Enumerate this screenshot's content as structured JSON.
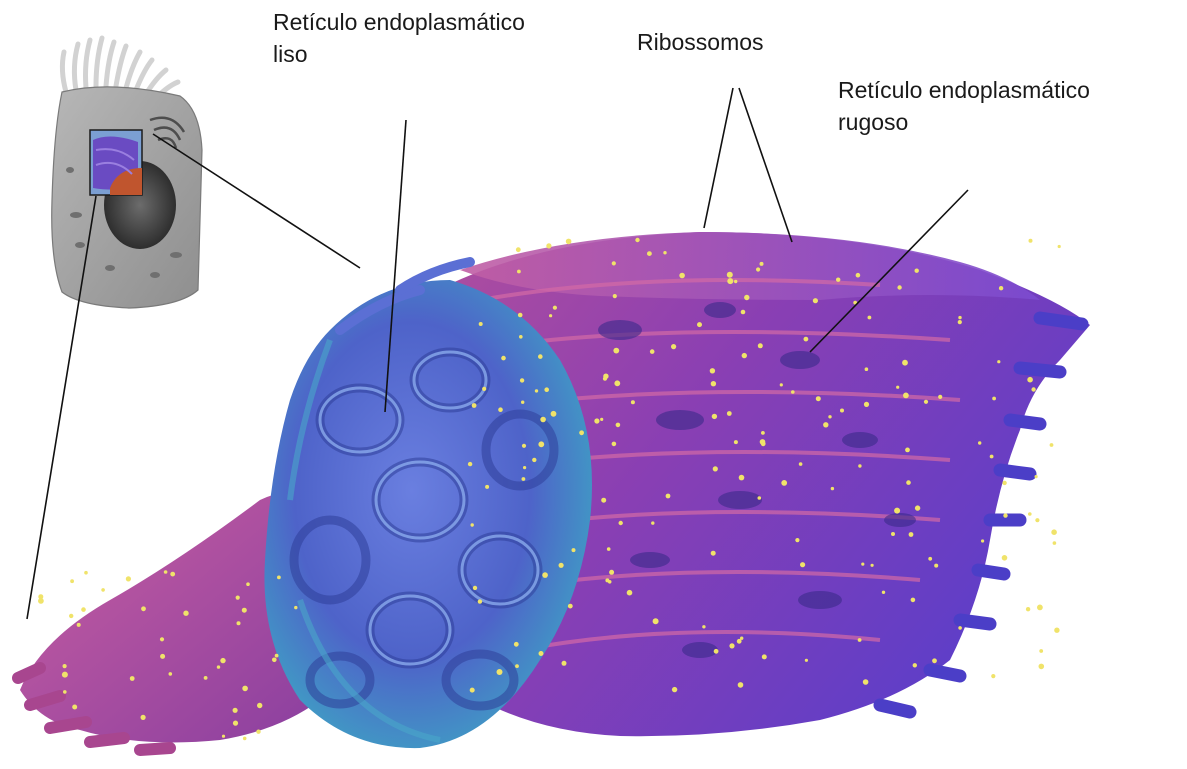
{
  "labels": {
    "smooth_er": {
      "line1_word1": "Retículo",
      "line1_word2": "endoplasmático",
      "line2": "liso"
    },
    "ribosomes": "Ribossomos",
    "rough_er": {
      "line1_word1": "Retículo",
      "line1_word2": "endoplasmático",
      "line2": "rugoso"
    }
  },
  "colors": {
    "rough_er": "#8a3fb3",
    "rough_er_light": "#c257b8",
    "rough_er_pink": "#d46aa6",
    "smooth_er": "#5a6fd6",
    "smooth_er_teal": "#4aa6c9",
    "ribosome": "#f0e36a",
    "cell": "#9c9c9c",
    "nucleus": "#4a4a4a",
    "leader_line": "#111111"
  }
}
